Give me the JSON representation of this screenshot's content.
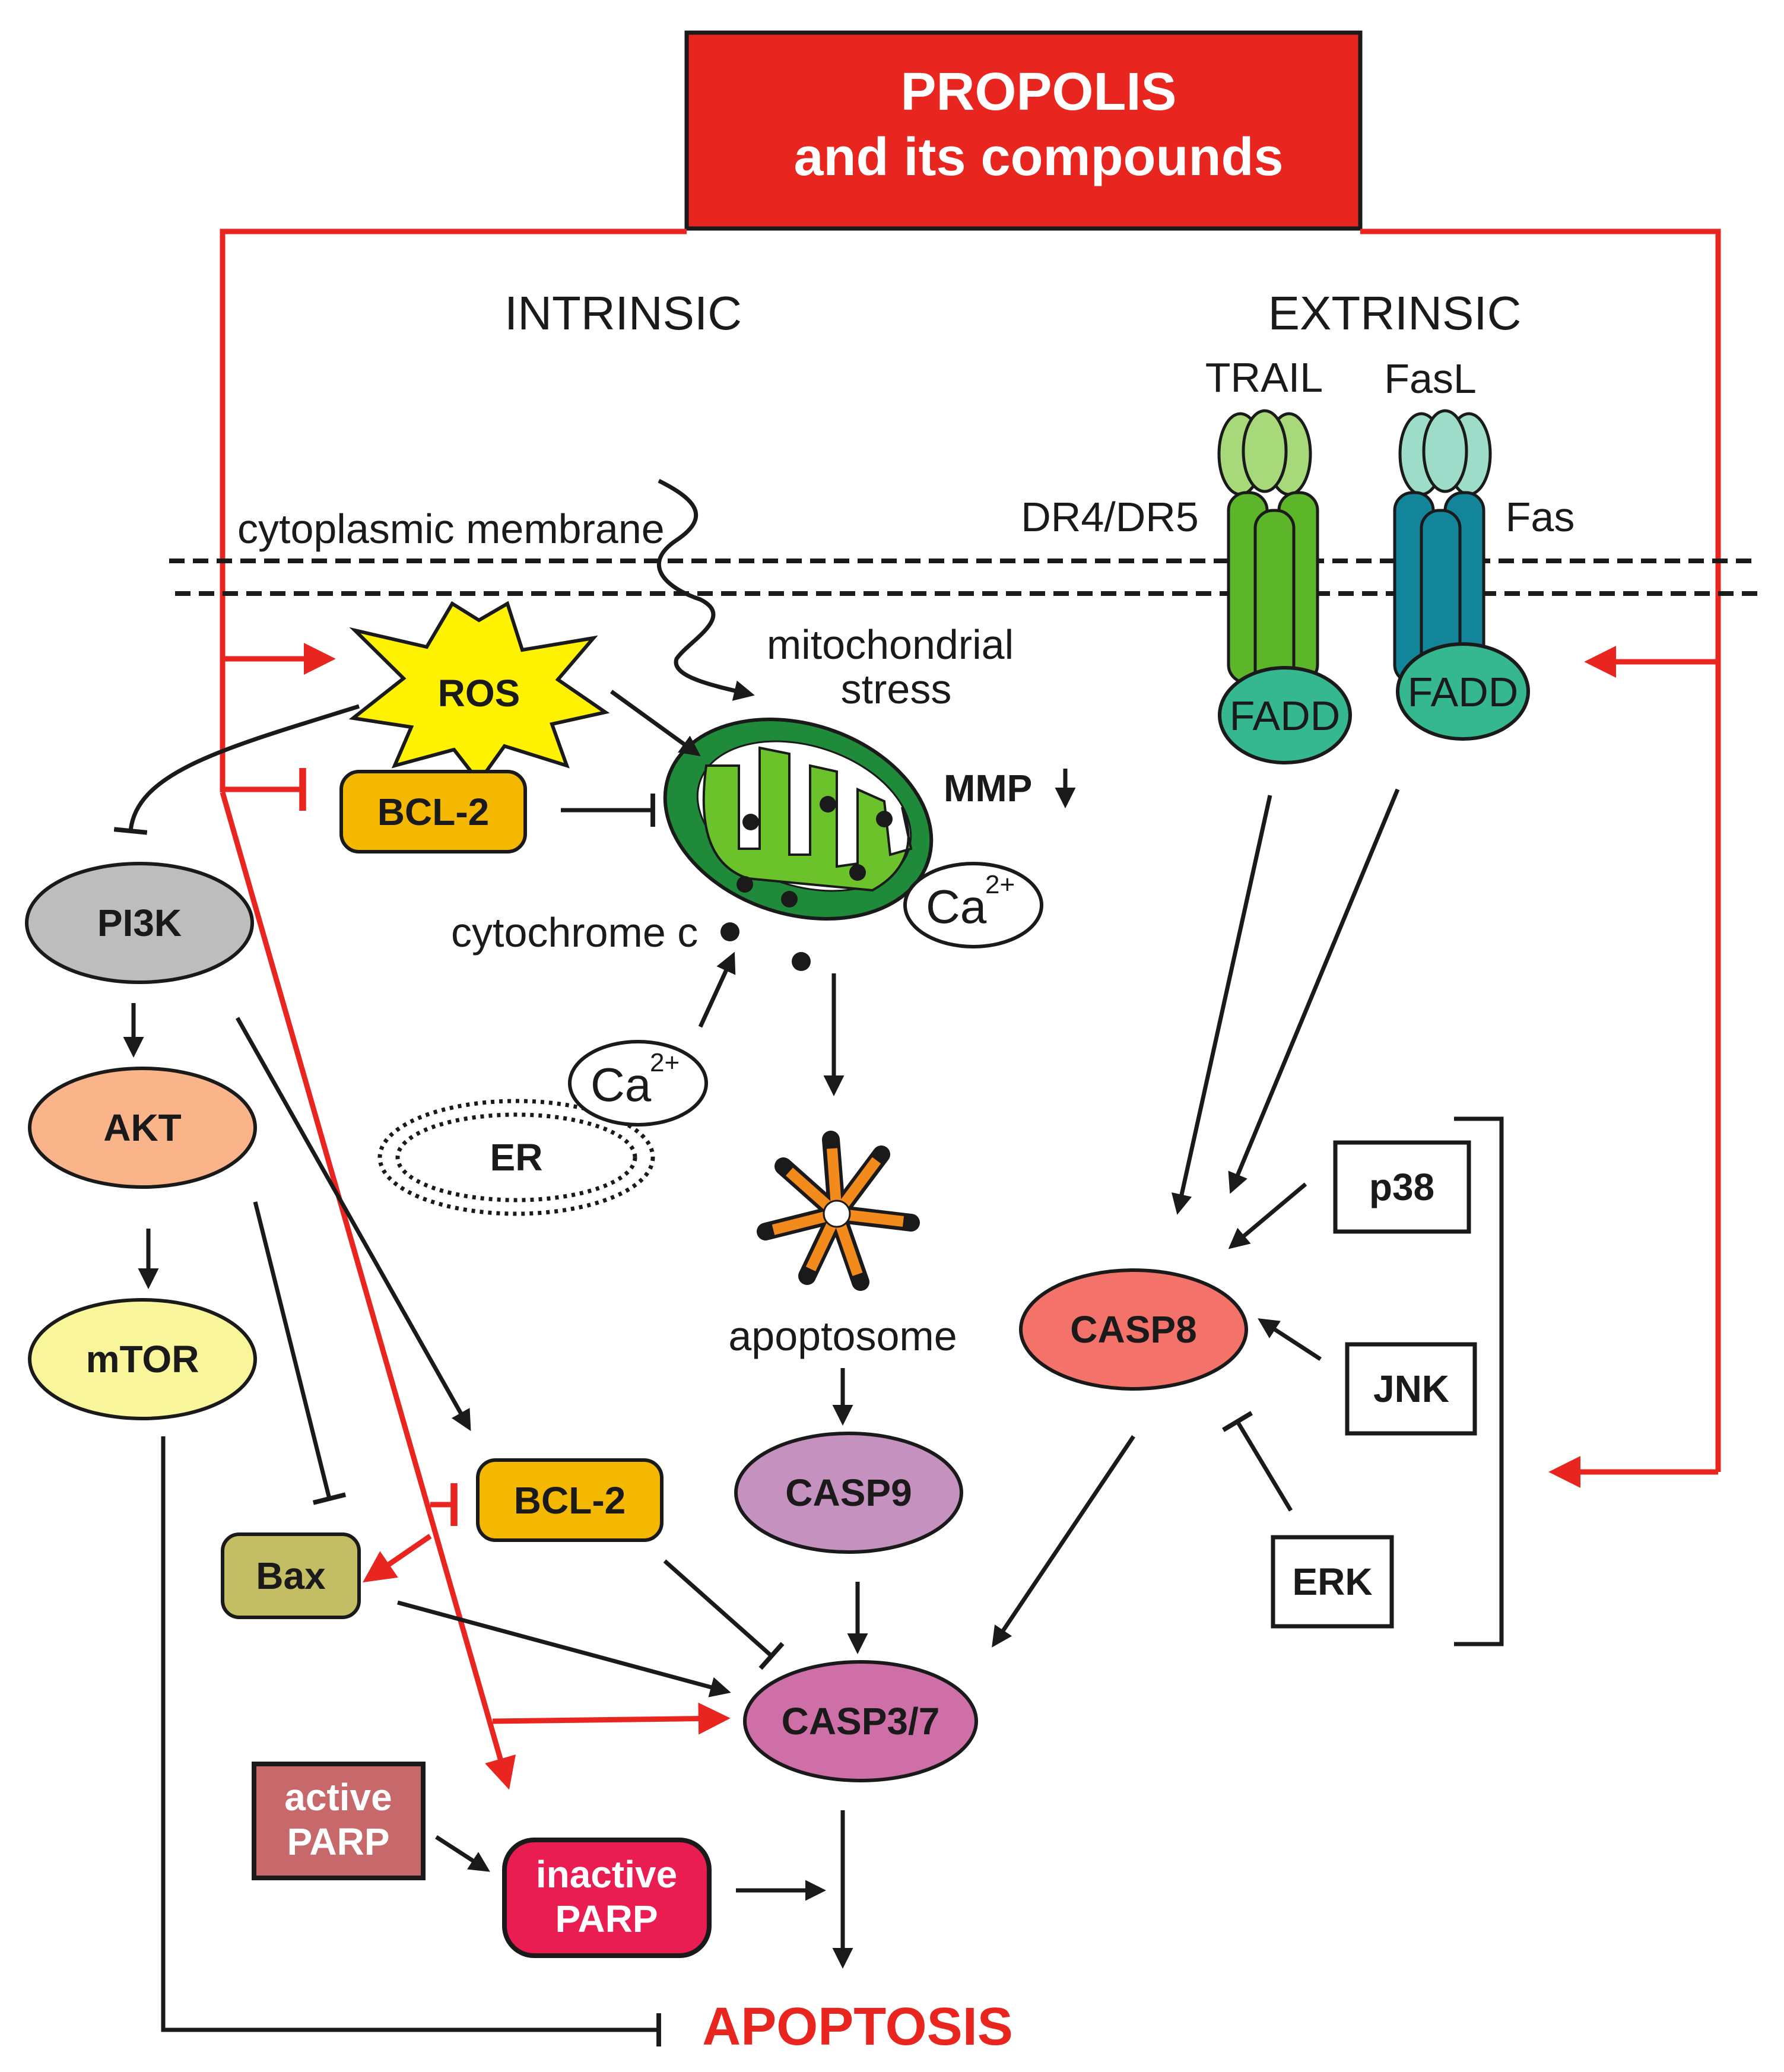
{
  "title": {
    "line1": "PROPOLIS",
    "line2": "and its compounds"
  },
  "sections": {
    "intrinsic": "INTRINSIC",
    "extrinsic": "EXTRINSIC"
  },
  "labels": {
    "cytoplasmic_membrane": "cytoplasmic membrane",
    "mitochondrial_line1": "mitochondrial",
    "mitochondrial_line2": "stress",
    "mmp": "MMP",
    "cytochrome_c": "cytochrome c",
    "ca": "Ca",
    "ca_sup": "2+",
    "er": "ER",
    "apoptosome": "apoptosome",
    "trail": "TRAIL",
    "fasl": "FasL",
    "dr4dr5": "DR4/DR5",
    "fas": "Fas",
    "fadd": "FADD",
    "apoptosis": "APOPTOSIS"
  },
  "nodes": {
    "ros": "ROS",
    "bcl2": "BCL-2",
    "pi3k": "PI3K",
    "akt": "AKT",
    "mtor": "mTOR",
    "bax": "Bax",
    "casp9": "CASP9",
    "casp37": "CASP3/7",
    "casp8": "CASP8",
    "p38": "p38",
    "jnk": "JNK",
    "erk": "ERK",
    "active_parp_line1": "active",
    "active_parp_line2": "PARP",
    "inactive_parp_line1": "inactive",
    "inactive_parp_line2": "PARP"
  },
  "colors": {
    "red": "#e8261f",
    "bcl2": "#f5b800",
    "pi3k": "#bdbdbd",
    "akt": "#f9b48a",
    "mtor": "#f8f59a",
    "bax": "#c3bd63",
    "casp9": "#c591bf",
    "casp37": "#cf6fa8",
    "casp8": "#f3736a",
    "active_parp": "#c7686b",
    "inactive_parp": "#ea1d52",
    "ros": "#fff200",
    "trail_receptor": "#5db52a",
    "fas_receptor": "#13859a",
    "fadd": "#35b88f",
    "mitochondrion_outer": "#1e8a3a",
    "mitochondrion_inner": "#6bc22b",
    "apoptosome": "#f28a1c"
  }
}
